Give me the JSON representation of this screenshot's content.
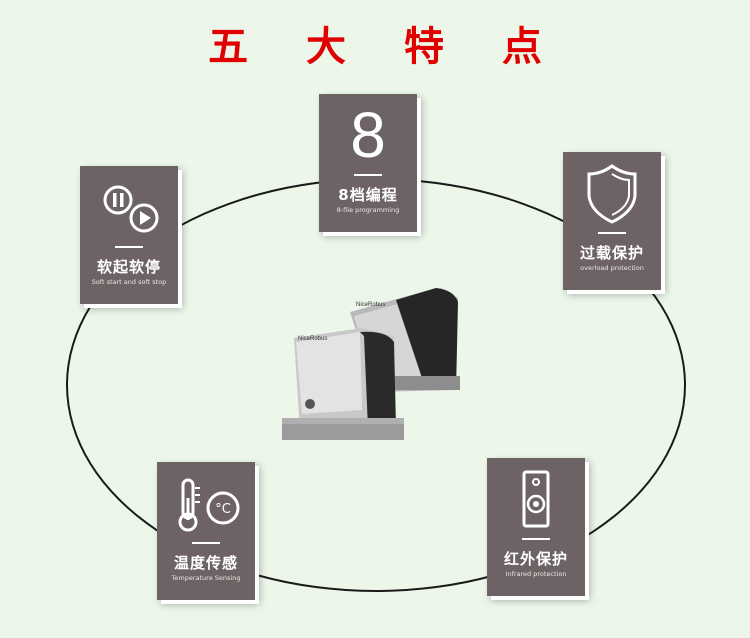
{
  "title": "五 大 特 点",
  "features": {
    "programming": {
      "number": "8",
      "cn": "8档编程",
      "en": "8-file programming",
      "icon": "digit-8-icon"
    },
    "soft_start": {
      "cn": "软起软停",
      "en": "Soft start and soft stop",
      "icon": "pause-play-icon"
    },
    "overload": {
      "cn": "过载保护",
      "en": "overload protection",
      "icon": "shield-icon"
    },
    "temperature": {
      "cn": "温度传感",
      "en": "Temperature Sensing",
      "icon": "thermometer-icon"
    },
    "infrared": {
      "cn": "红外保护",
      "en": "Infrared protection",
      "icon": "infrared-sensor-icon"
    }
  },
  "product": {
    "brand_front": "NiceRobus",
    "brand_back": "NiceRobus"
  },
  "colors": {
    "title": "#e00000",
    "card": "#6d6364",
    "background": "#ecf7ea"
  }
}
